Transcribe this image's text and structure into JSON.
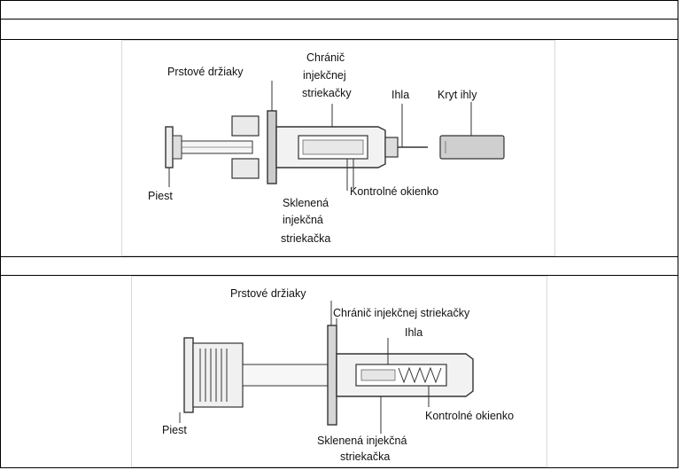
{
  "figure1": {
    "labels": {
      "finger_grips": "Prstové držiaky",
      "syringe_guard_l1": "Chránič",
      "syringe_guard_l2": "injekčnej",
      "syringe_guard_l3": "striekačky",
      "needle": "Ihla",
      "needle_cover": "Kryt ihly",
      "plunger": "Piest",
      "viewing_window": "Kontrolné okienko",
      "glass_syringe_l1": "Sklenená",
      "glass_syringe_l2": "injekčná",
      "glass_syringe_l3": "striekačka"
    }
  },
  "figure2": {
    "labels": {
      "finger_grips": "Prstové držiaky",
      "syringe_guard": "Chránič injekčnej striekačky",
      "needle": "Ihla",
      "viewing_window": "Kontrolné okienko",
      "plunger": "Piest",
      "glass_syringe_l1": "Sklenená injekčná",
      "glass_syringe_l2": "striekačka"
    }
  }
}
